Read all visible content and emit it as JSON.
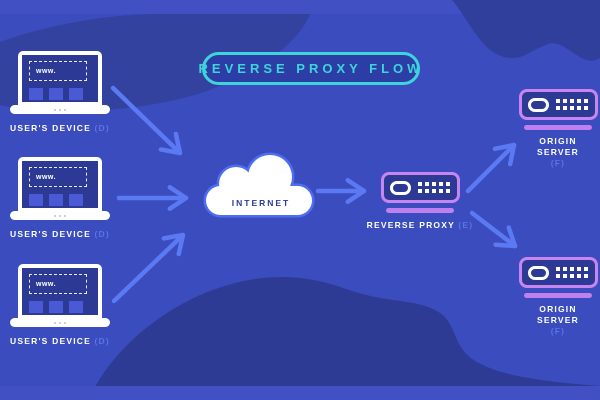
{
  "title": {
    "label": "REVERSE PROXY FLOW"
  },
  "devices": [
    {
      "label": "USER'S DEVICE",
      "annotation": "(D)",
      "screen_text": "www."
    },
    {
      "label": "USER'S DEVICE",
      "annotation": "(D)",
      "screen_text": "www."
    },
    {
      "label": "USER'S DEVICE",
      "annotation": "(D)",
      "screen_text": "www."
    }
  ],
  "internet": {
    "label": "INTERNET"
  },
  "reverse_proxy": {
    "label": "REVERSE PROXY",
    "annotation": "(E)"
  },
  "origin_servers": [
    {
      "label_line1": "ORIGIN",
      "label_line2": "SERVER",
      "annotation": "(F)"
    },
    {
      "label_line1": "ORIGIN",
      "label_line2": "SERVER",
      "annotation": "(F)"
    }
  ],
  "colors": {
    "background": "#3A4CBE",
    "background_strip": "#4151C4",
    "background_blob": "#33419F",
    "background_wave": "#2D3B94",
    "title_teal": "#3ED4DA",
    "server_purple": "#C785F0",
    "server_bar_purple": "#BD80EE",
    "arrow_blue": "#5B79F2",
    "annotation_blue": "#5A73E8",
    "screen_navy": "#2C3A96",
    "tile_blue": "#4A5AD4",
    "cloud_outline": "#4E6EF2",
    "white": "#FFFFFF"
  }
}
